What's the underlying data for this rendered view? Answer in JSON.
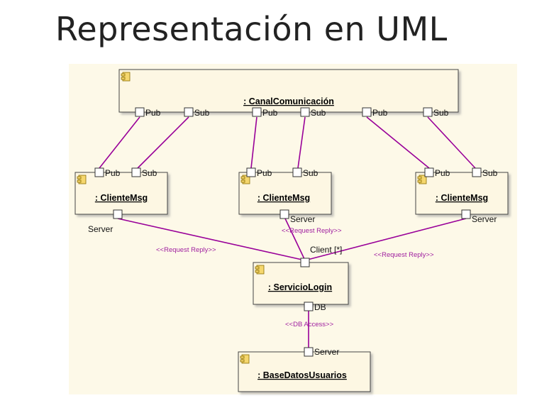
{
  "slide": {
    "title": "Representación en UML"
  },
  "diagram": {
    "colors": {
      "connector": "#990099",
      "component_fill": "#fdf7e3",
      "stereotype": "#a020a0"
    },
    "components": {
      "canal": {
        "name": ": CanalComunicación",
        "ports": [
          "Pub",
          "Sub",
          "Pub",
          "Sub",
          "Pub",
          "Sub"
        ]
      },
      "cliente_left": {
        "name": ": ClienteMsg",
        "pub": "Pub",
        "sub": "Sub",
        "server": "Server"
      },
      "cliente_mid": {
        "name": ": ClienteMsg",
        "pub": "Pub",
        "sub": "Sub",
        "server": "Server"
      },
      "cliente_right": {
        "name": ": ClienteMsg",
        "pub": "Pub",
        "sub": "Sub",
        "server": "Server"
      },
      "login": {
        "name": ": ServicioLogin",
        "client_port": "Client [*]",
        "db_port": "DB"
      },
      "basedatos": {
        "name": ": BaseDatosUsuarios",
        "server": "Server"
      }
    },
    "stereotypes": {
      "request_reply_left": "<<Request Reply>>",
      "request_reply_mid": "<<Request Reply>>",
      "request_reply_right": "<<Request Reply>>",
      "db_access": "<<DB Access>>"
    }
  }
}
